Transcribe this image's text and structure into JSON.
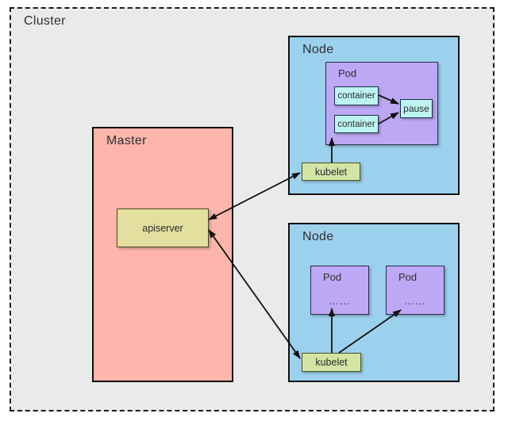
{
  "colors": {
    "canvas_bg": "#ffffff",
    "cluster_bg": "#e9ebeb",
    "cluster_border": "#1a1a1a",
    "master_bg": "#fdb5ac",
    "node_bg": "#9cd1ee",
    "pod_bg": "#bda8f5",
    "container_bg": "#bcf4f1",
    "kubelet_bg": "#d3e5a5",
    "apiserver_bg": "#e3df9e",
    "box_border": "#111111",
    "arrow": "#111111",
    "text": "#2b2b2b"
  },
  "cluster": {
    "label": "Cluster"
  },
  "master": {
    "label": "Master",
    "apiserver_label": "apiserver"
  },
  "node_top": {
    "label": "Node",
    "pod": {
      "label": "Pod",
      "container1_label": "container",
      "container2_label": "container",
      "pause_label": "pause"
    },
    "kubelet_label": "kubelet"
  },
  "node_bottom": {
    "label": "Node",
    "pod1": {
      "label": "Pod",
      "dots": "……"
    },
    "pod2": {
      "label": "Pod",
      "dots": "……"
    },
    "kubelet_label": "kubelet"
  }
}
